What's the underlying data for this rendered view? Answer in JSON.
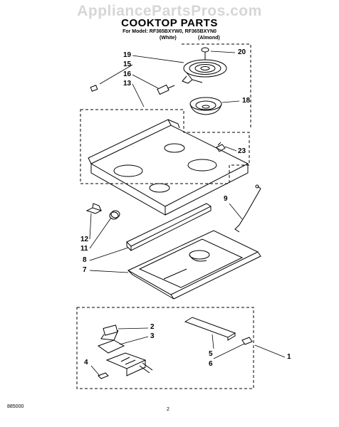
{
  "watermark": "AppliancePartsPros.com",
  "header": {
    "title": "COOKTOP PARTS",
    "models_line": "For Model: RF365BXYW0, RF365BXYN0",
    "variant_white": "(White)",
    "variant_almond": "(Almond)"
  },
  "callouts": {
    "c19": "19",
    "c15": "15",
    "c16": "16",
    "c13": "13",
    "c20": "20",
    "c18": "18",
    "c23": "23",
    "c9": "9",
    "c12": "12",
    "c11": "11",
    "c8": "8",
    "c7": "7",
    "c2": "2",
    "c3": "3",
    "c1": "1",
    "c5": "5",
    "c6": "6",
    "c4": "4"
  },
  "footer": {
    "doc_number": "885000",
    "page_number": "2"
  }
}
